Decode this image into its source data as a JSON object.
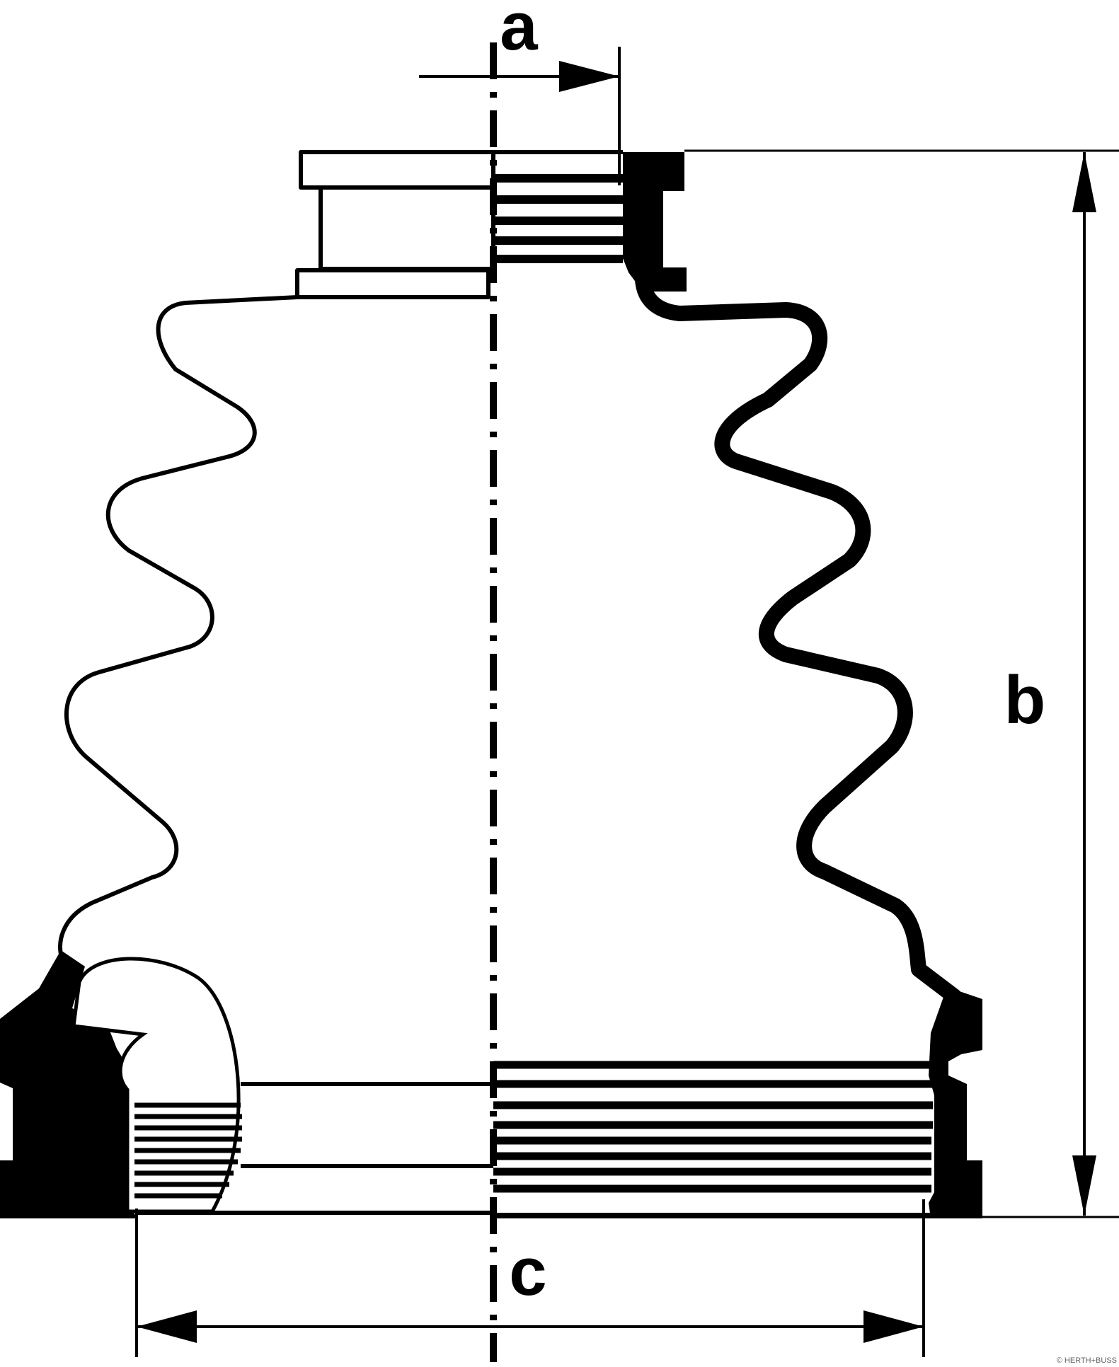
{
  "diagram": {
    "labels": {
      "a": "a",
      "b": "b",
      "c": "c"
    },
    "credit": "© HERTH+BUSS",
    "colors": {
      "stroke": "#000000",
      "background": "#ffffff",
      "credit": "#666666"
    }
  }
}
